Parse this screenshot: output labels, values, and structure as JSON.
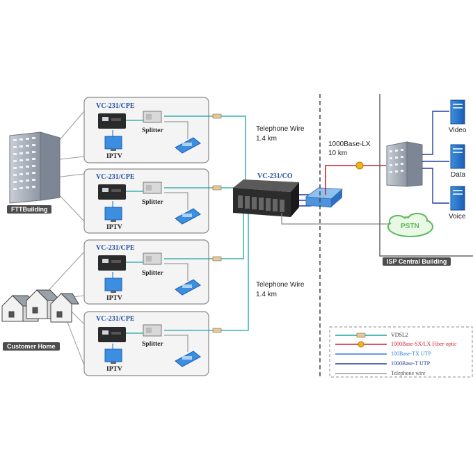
{
  "cpe_units": [
    {
      "model": "VC-231/CPE",
      "splitter": "Splitter",
      "display": "IPTV"
    },
    {
      "model": "VC-231/CPE",
      "splitter": "Splitter",
      "display": "IPTV"
    },
    {
      "model": "VC-231/CPE",
      "splitter": "Splitter",
      "display": "IPTV"
    },
    {
      "model": "VC-231/CPE",
      "splitter": "Splitter",
      "display": "IPTV"
    }
  ],
  "buildings": {
    "ftt": "FTTBuilding",
    "customer": "Customer Home",
    "isp": "ISP Central Building"
  },
  "wires": {
    "top": {
      "line1": "Telephone Wire",
      "line2": "1.4 km"
    },
    "bottom": {
      "line1": "Telephone Wire",
      "line2": "1.4 km"
    }
  },
  "co_unit": "VC-231/CO",
  "fiber": {
    "line1": "1000Base-LX",
    "line2": "10 km"
  },
  "pstn": "PSTN",
  "servers": [
    "Video",
    "Data",
    "Voice"
  ],
  "legend": [
    {
      "label": "VDSL2",
      "color": "#1aa3a3"
    },
    {
      "label": "1000Base-SX/LX Fiber-optic",
      "color": "#cc2233"
    },
    {
      "label": "100Base-TX UTP",
      "color": "#2f7fd9"
    },
    {
      "label": "1000Base-T UTP",
      "color": "#1f3f99"
    },
    {
      "label": "Telephone wire",
      "color": "#888888"
    }
  ]
}
